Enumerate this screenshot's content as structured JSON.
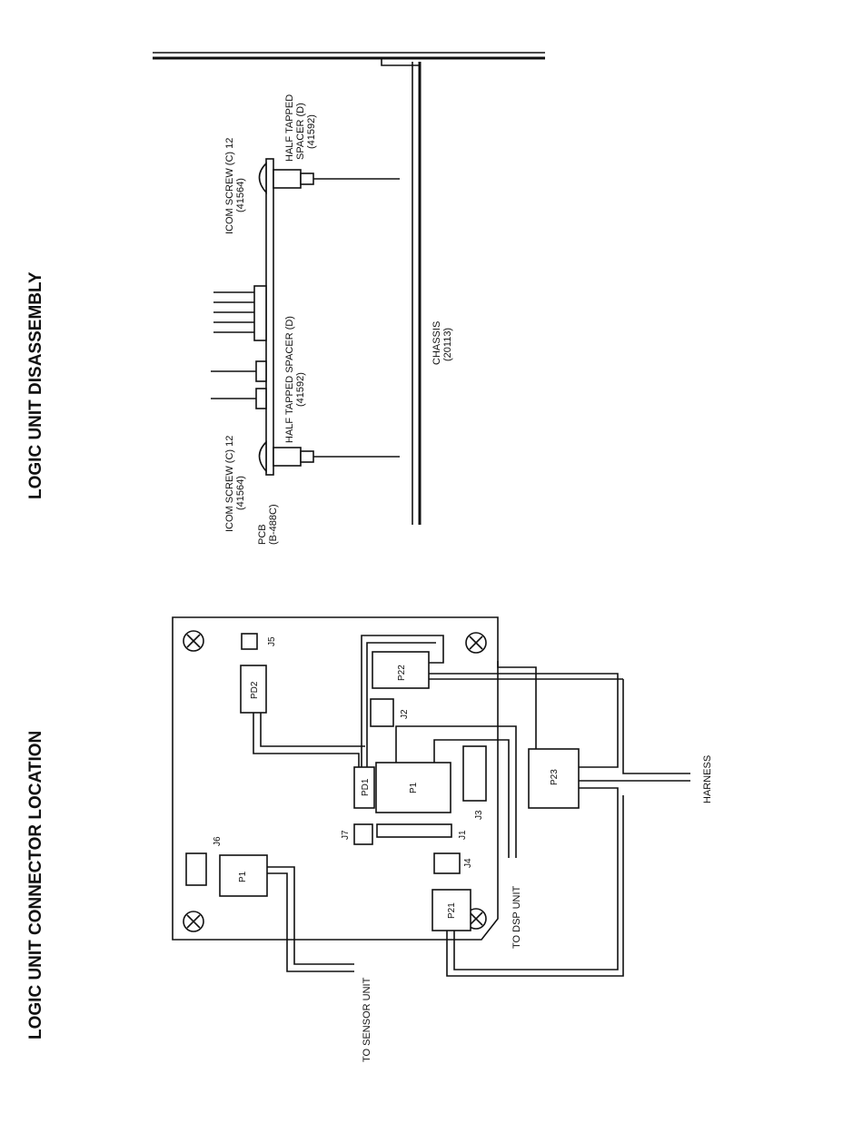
{
  "titles": {
    "disassembly": "LOGIC UNIT DISASSEMBLY",
    "connector_location": "LOGIC UNIT CONNECTOR LOCATION"
  },
  "disassembly": {
    "screw_right": [
      "ICOM SCREW (C) 12",
      "(41564)"
    ],
    "spacer_right": [
      "HALF TAPPED",
      "SPACER (D)",
      "(41592)"
    ],
    "screw_left": [
      "ICOM SCREW (C) 12",
      "(41564)"
    ],
    "spacer_left": [
      "HALF TAPPED SPACER (D)",
      "(41592)"
    ],
    "pcb": [
      "PCB",
      "(B-488C)"
    ],
    "chassis": [
      "CHASSIS",
      "(20113)"
    ]
  },
  "connector_board": {
    "connectors": {
      "j5": "J5",
      "p22": "P22",
      "pd2": "PD2",
      "j2": "J2",
      "pd1": "PD1",
      "p1_main": "P1",
      "j3": "J3",
      "j7": "J7",
      "j1": "J1",
      "j4": "J4",
      "j6": "J6",
      "p1_sensor": "P1",
      "p21": "P21",
      "p23": "P23"
    },
    "callouts": {
      "harness": "HARNESS",
      "to_dsp_unit": "TO DSP UNIT",
      "to_sensor_unit": "TO SENSOR UNIT"
    }
  }
}
